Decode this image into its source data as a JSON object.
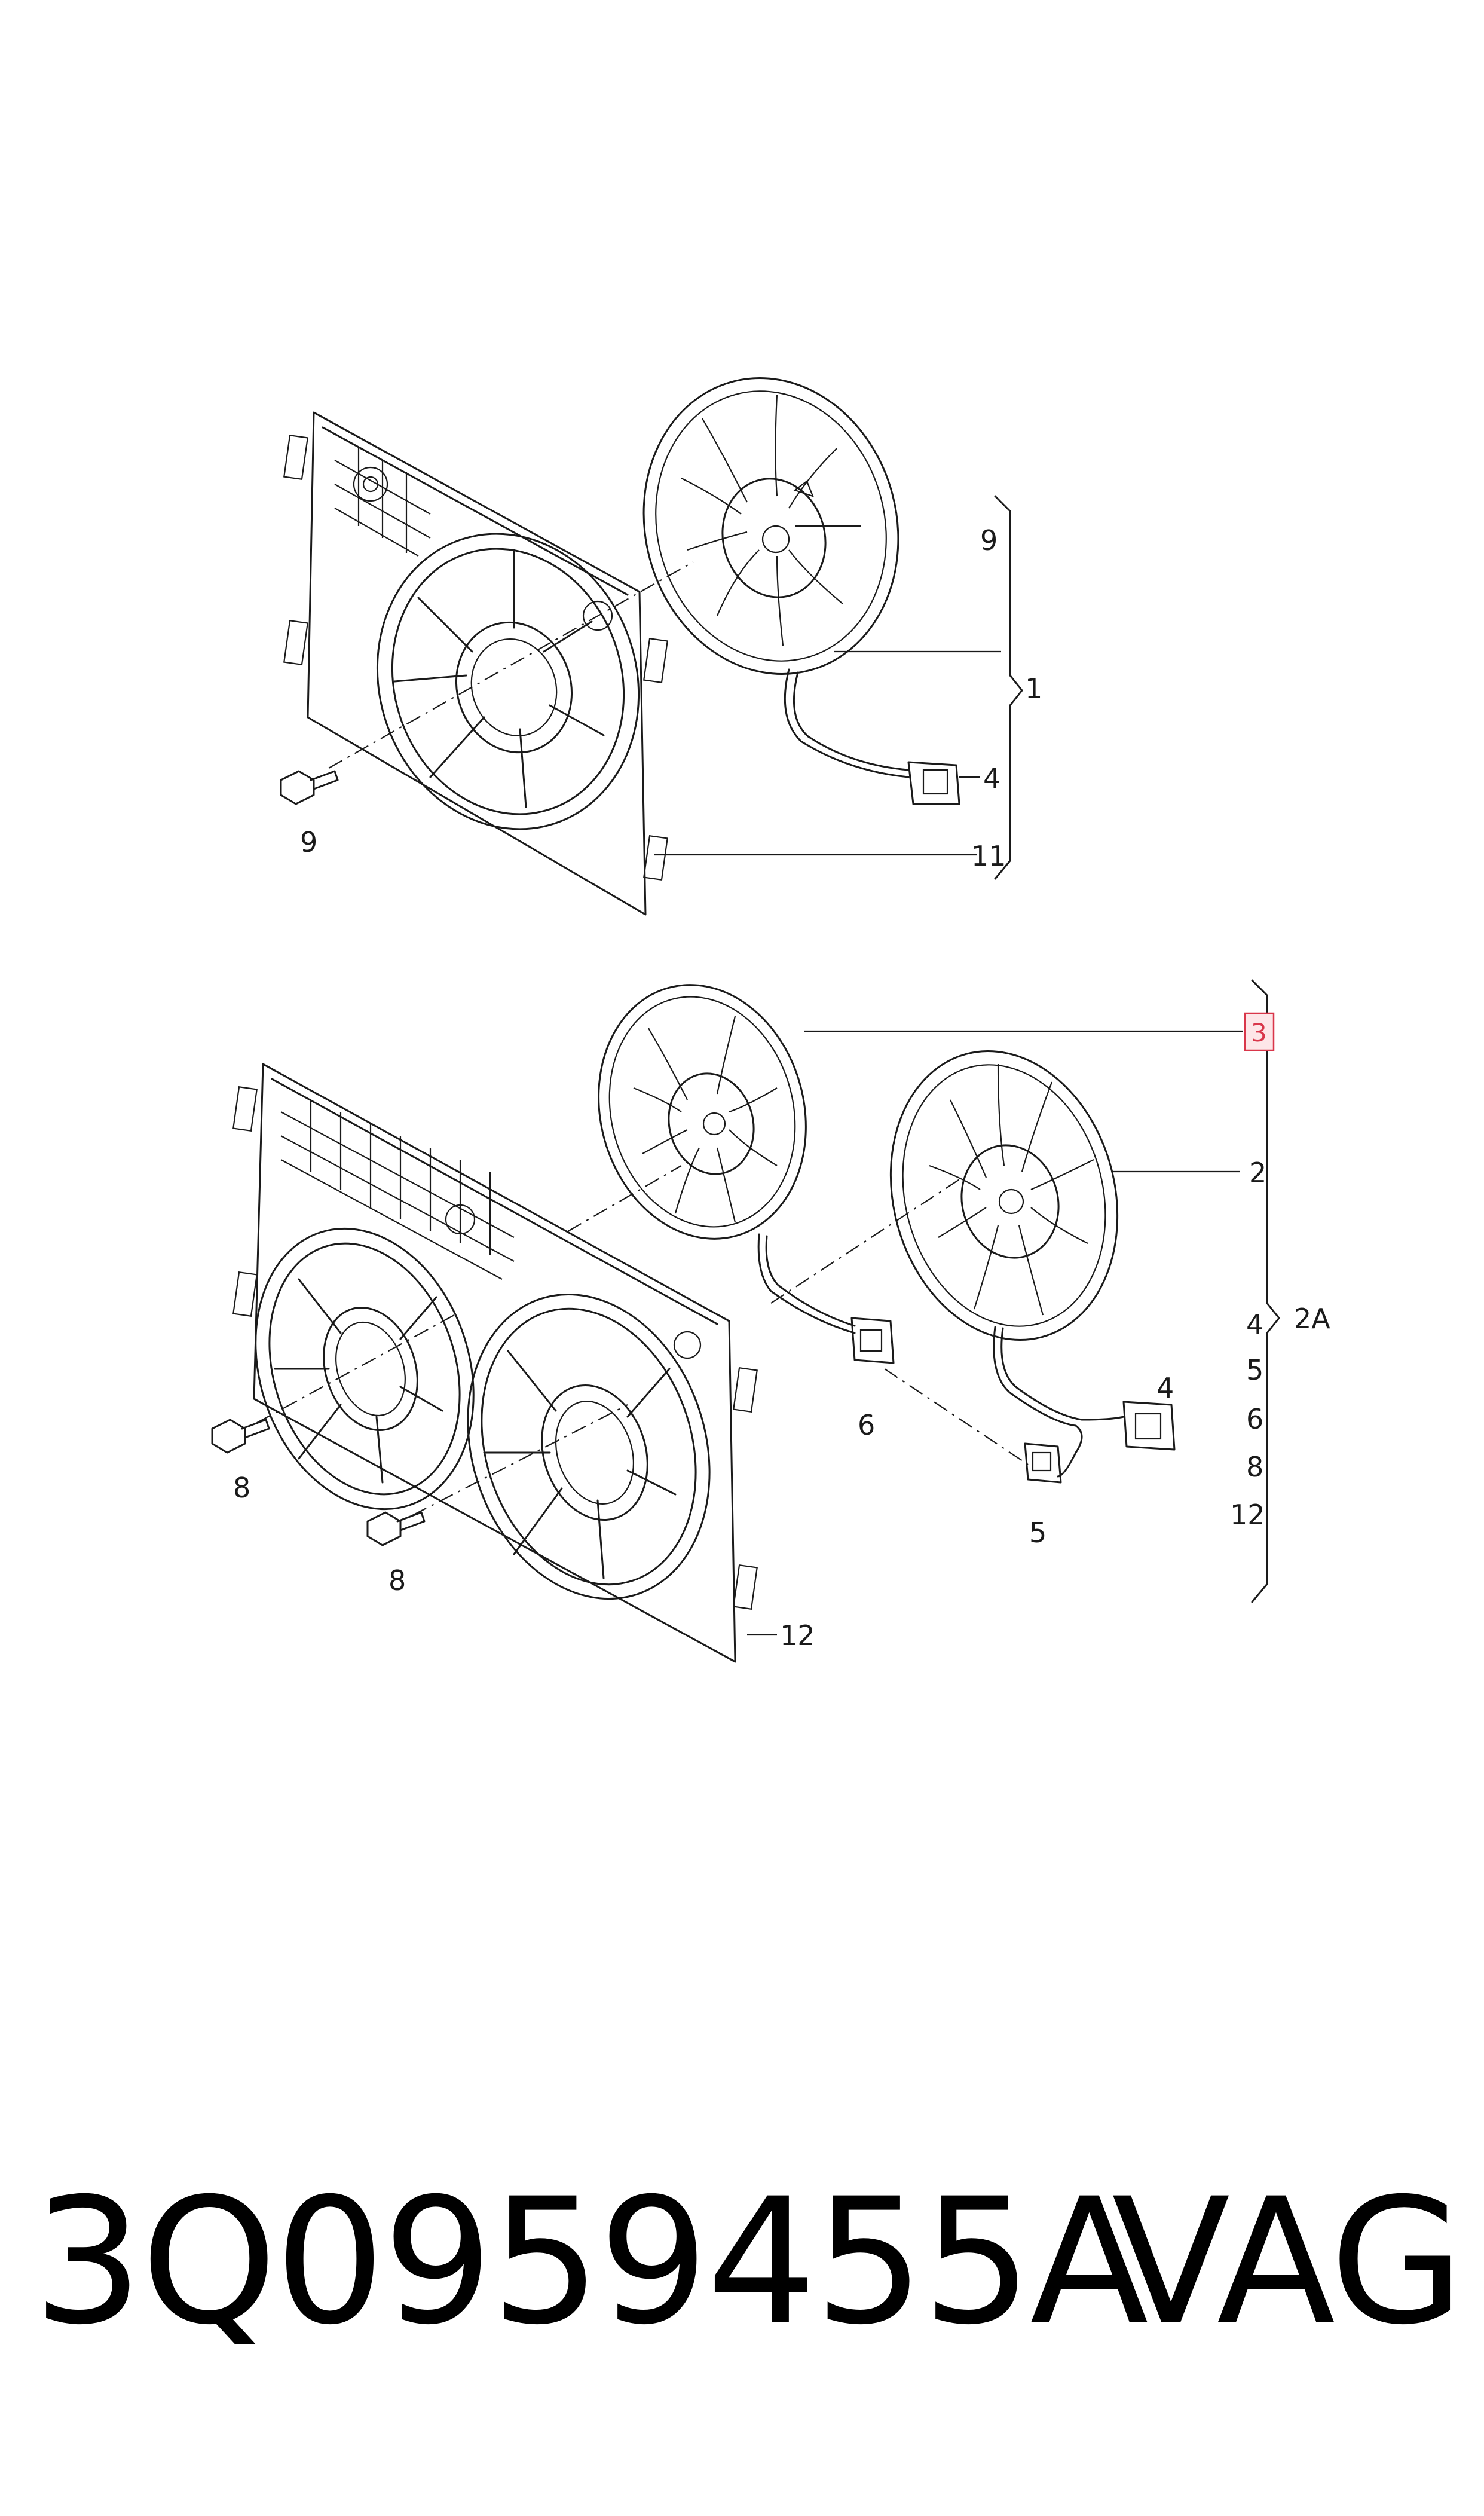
{
  "labels": {
    "top_bracket_9": "9",
    "top_bracket_1": "1",
    "top_connector_4": "4",
    "top_bolt_9": "9",
    "top_shroud_11": "11",
    "callout_3": "3",
    "bottom_fan_2": "2",
    "group_2a": "2A",
    "list_4": "4",
    "list_5": "5",
    "list_6": "6",
    "list_8": "8",
    "list_12": "12",
    "bottom_connector_4": "4",
    "bottom_connector_6": "6",
    "bottom_connector_5": "5",
    "bottom_bolt_8a": "8",
    "bottom_bolt_8b": "8",
    "bottom_shroud_12": "12"
  },
  "footer": {
    "part_number": "3Q0959455A",
    "brand": "VAG"
  },
  "colors": {
    "line": "#1a1a1a",
    "highlight_fill": "#fde6e8",
    "highlight_stroke": "#d9364a"
  }
}
